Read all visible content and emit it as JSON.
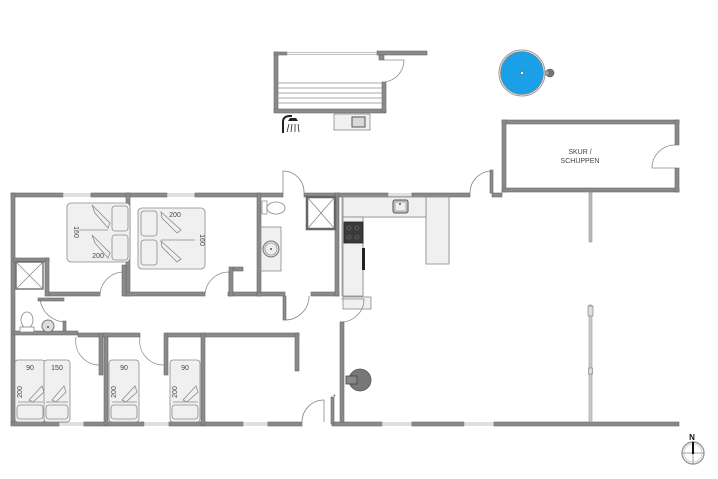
{
  "plan": {
    "shed_label_line1": "SKUR /",
    "shed_label_line2": "SCHUPPEN",
    "compass_label": "N",
    "colors": {
      "wall": "#8a8a8a",
      "hot_tub": "#1aa0e6",
      "stove": "#3a3a3a",
      "fixture": "#f0f0f0"
    },
    "bedrooms": [
      {
        "name": "bedroom-1",
        "bed_width": "160",
        "bed_length": "200"
      },
      {
        "name": "bedroom-2",
        "bed_width": "160",
        "bed_length": "200"
      },
      {
        "name": "bedroom-3",
        "beds": [
          {
            "width": "90",
            "length": "200"
          },
          {
            "width": "150",
            "length": ""
          }
        ]
      },
      {
        "name": "bedroom-4",
        "bed_width": "90",
        "bed_length": "200"
      },
      {
        "name": "bedroom-5",
        "bed_width": "90",
        "bed_length": "200"
      }
    ]
  }
}
